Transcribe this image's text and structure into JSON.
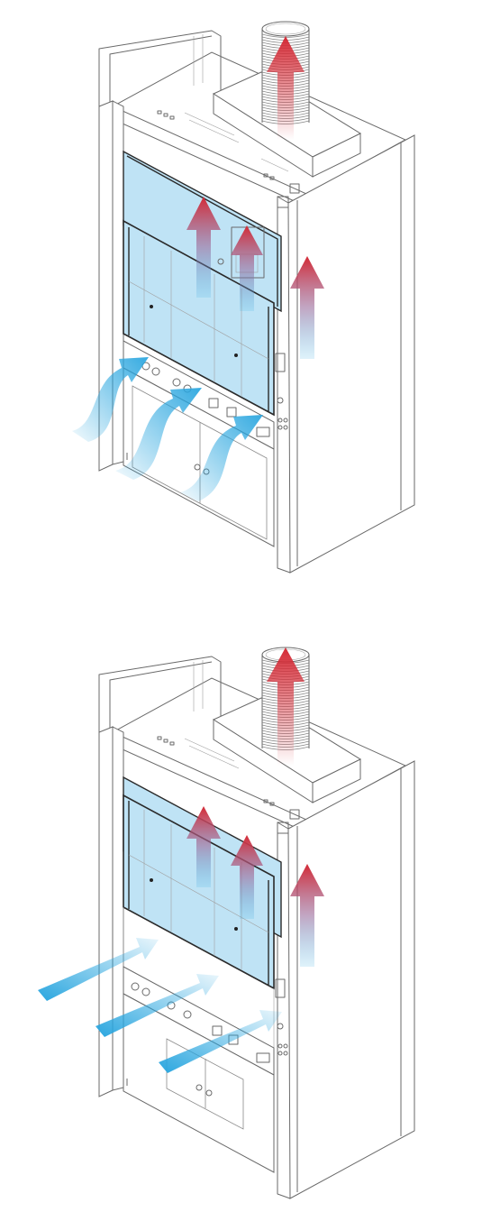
{
  "colors": {
    "exhaust_arrow": "#d42a35",
    "intake_arrow": "#2aa6df",
    "glass": "#bfe3f5",
    "cabinet_line": "#6a6a6a"
  },
  "illustrations": [
    {
      "name": "fume-hood-sash-closed",
      "airflow": "curved-intake-under-sash"
    },
    {
      "name": "fume-hood-sash-open",
      "airflow": "straight-intake-through-opening"
    }
  ]
}
